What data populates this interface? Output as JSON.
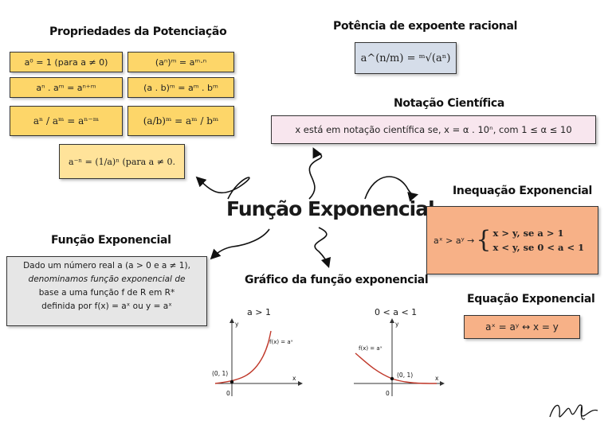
{
  "center": {
    "title": "Função Exponencial"
  },
  "propriedades": {
    "title": "Propriedades da Potenciação",
    "rules": [
      "a⁰ = 1 (para a ≠ 0)",
      "(aⁿ)ᵐ = aᵐ·ⁿ",
      "aⁿ . aᵐ = aⁿ⁺ᵐ",
      "(a . b)ᵐ = aᵐ . bᵐ",
      "aⁿ / aᵐ = aⁿ⁻ᵐ",
      "(a/b)ᵐ = aᵐ / bᵐ",
      "a⁻ⁿ = (1/a)ⁿ (para a ≠ 0."
    ]
  },
  "racional": {
    "title": "Potência de expoente racional",
    "formula": "a^(n/m) = ᵐ√(aⁿ)"
  },
  "notacao": {
    "title": "Notação Científica",
    "text_prefix": "x está em notação científica se, x = α . 10ⁿ, com 1 ≤ α ≤ 10"
  },
  "inequacao": {
    "title": "Inequação Exponencial",
    "lhs": "aˣ > aʸ →",
    "case1": "x > y, se a > 1",
    "case2": "x < y, se 0 < a < 1"
  },
  "equacao": {
    "title": "Equação Exponencial",
    "formula": "aˣ = aʸ ↔ x = y"
  },
  "definicao": {
    "title": "Função Exponencial",
    "line1": "Dado um número real a (a > 0 e a ≠ 1),",
    "line2": "denominamos função exponencial de",
    "line3": "base a uma função f de R em R*",
    "line4": "definida por f(x) = aˣ ou y = aˣ"
  },
  "grafico": {
    "title": "Gráfico da função exponencial",
    "left": {
      "condition": "a > 1",
      "func_label": "f(x) = aˣ",
      "point_label": "(0, 1)",
      "origin": "0",
      "x_axis": "x",
      "y_axis": "y"
    },
    "right": {
      "condition": "0 < a < 1",
      "func_label": "f(x) = aˣ",
      "point_label": "(0, 1)",
      "origin": "0",
      "x_axis": "x",
      "y_axis": "y"
    }
  }
}
